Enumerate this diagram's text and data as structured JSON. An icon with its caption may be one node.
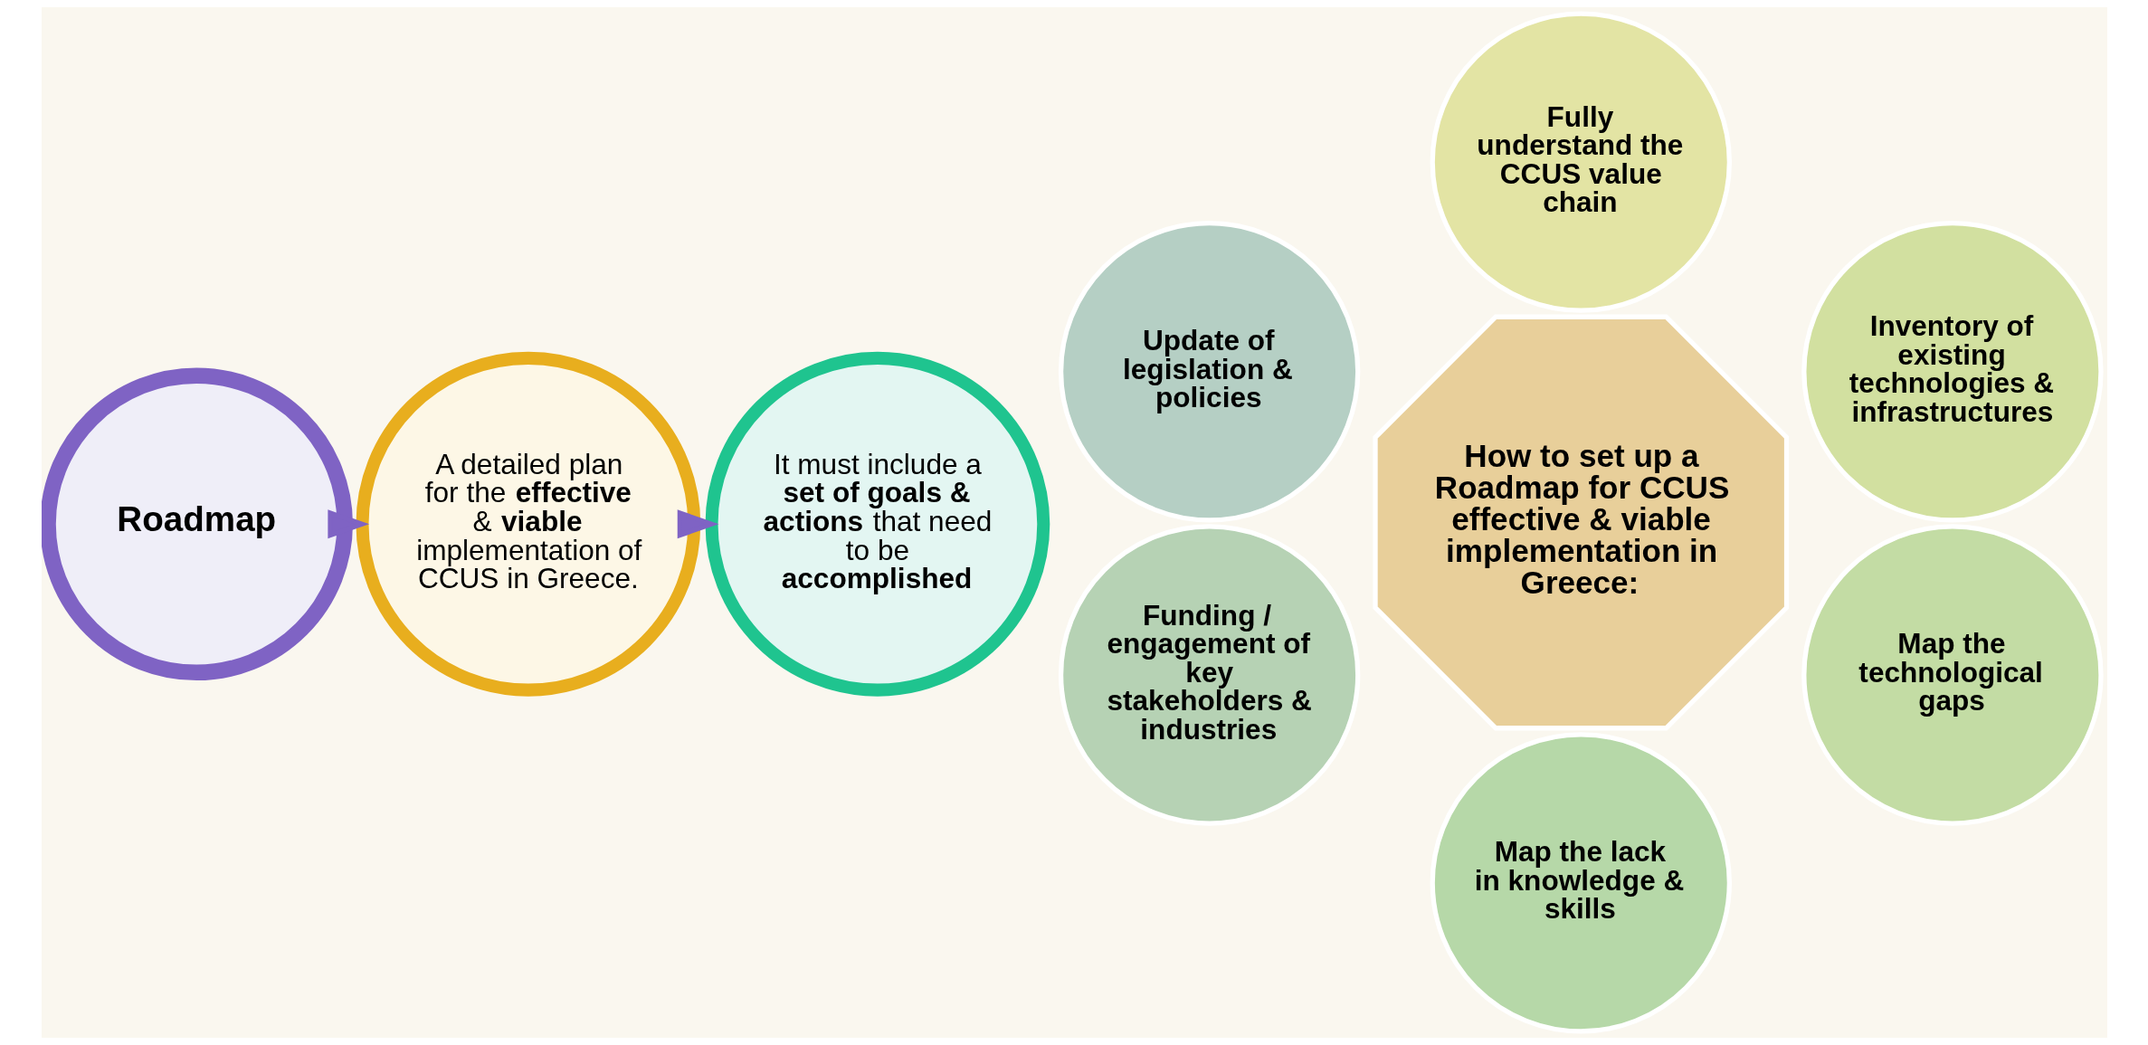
{
  "diagram": {
    "nodes": [
      {
        "text": [
          "Roadmap"
        ]
      },
      {
        "text": [
          "A detailed plan for the **effective** & **viable** implementation of CCUS in Greece."
        ]
      },
      {
        "text": [
          "It must include a **set of goals & actions** that need to be **accomplished**"
        ]
      },
      {
        "text": [
          "Fully understand the CCUS value chain"
        ]
      },
      {
        "text": [
          "Update of legislation & policies"
        ]
      },
      {
        "text": [
          "Inventory of existing technologies & infrastructures"
        ]
      },
      {
        "text": [
          "How to set up a Roadmap for CCUS effective & viable implementation in Greece:"
        ]
      },
      {
        "text": [
          "Funding / engagement of key stakeholders & industries"
        ]
      },
      {
        "text": [
          "Map the technological gaps"
        ]
      },
      {
        "text": [
          "Map the lack in knowledge & skills"
        ]
      }
    ],
    "edges": [
      {
        "from": 0,
        "to": 1,
        "arrow": "to"
      },
      {
        "from": 1,
        "to": 2,
        "arrow": "to"
      }
    ]
  }
}
